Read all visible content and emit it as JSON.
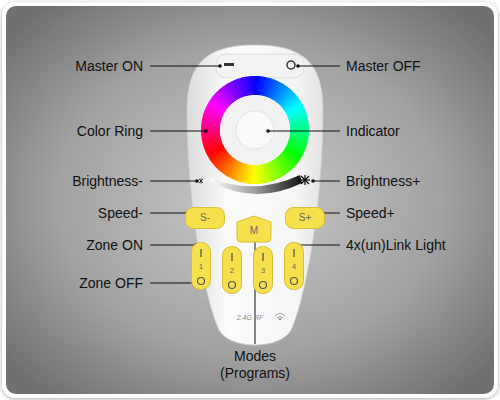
{
  "diagram": {
    "nodes": [
      {
        "text": [
          "S-"
        ]
      },
      {
        "text": [
          "M"
        ]
      },
      {
        "text": [
          "S+"
        ]
      },
      {
        "text": [
          "1"
        ]
      },
      {
        "text": [
          "2"
        ]
      },
      {
        "text": [
          "3"
        ]
      },
      {
        "text": [
          "4"
        ]
      }
    ],
    "labels": [
      "Master ON",
      "Master OFF",
      "Color Ring",
      "Indicator",
      "Brightness-",
      "Brightness+",
      "Speed-",
      "Speed+",
      "Zone ON",
      "Zone OFF",
      "4x(un)Link Light",
      "Modes (Programs)",
      "2.4G RF"
    ]
  }
}
